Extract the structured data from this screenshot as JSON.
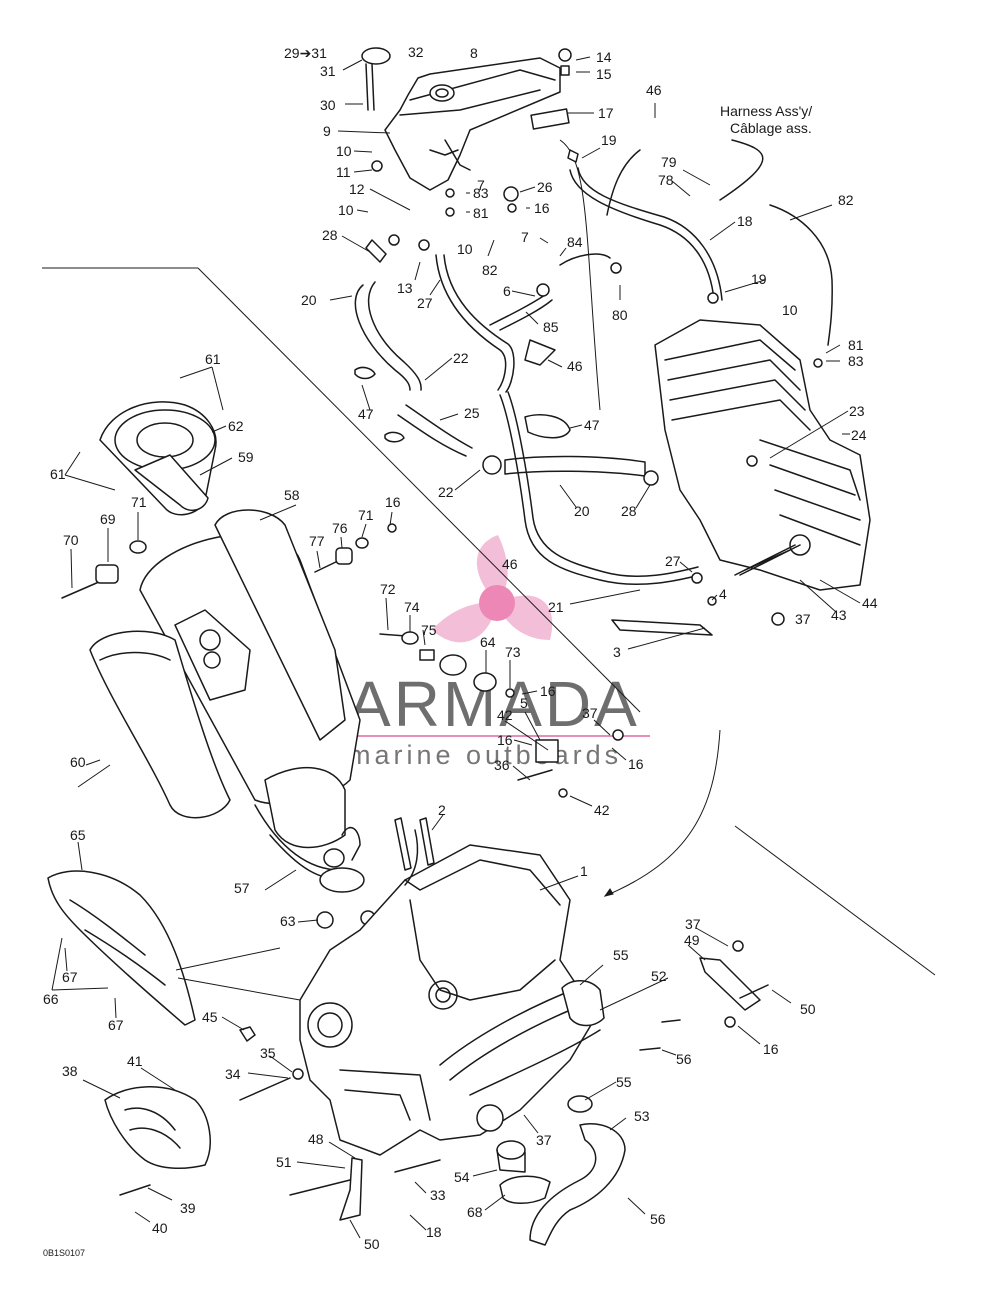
{
  "diagram": {
    "callouts": {
      "c1": "1",
      "c2": "2",
      "c3": "3",
      "c4": "4",
      "c5": "5",
      "c6": "6",
      "c7": "7",
      "c8": "8",
      "c9": "9",
      "c10": "10",
      "c11": "11",
      "c12": "12",
      "c13": "13",
      "c14": "14",
      "c15": "15",
      "c16": "16",
      "c17": "17",
      "c18": "18",
      "c19": "19",
      "c20": "20",
      "c21": "21",
      "c22": "22",
      "c23": "23",
      "c24": "24",
      "c25": "25",
      "c26": "26",
      "c27": "27",
      "c28": "28",
      "c29_31": "29➔31",
      "c30": "30",
      "c31": "31",
      "c32": "32",
      "c33": "33",
      "c34": "34",
      "c35": "35",
      "c36": "36",
      "c37": "37",
      "c38": "38",
      "c39": "39",
      "c40": "40",
      "c41": "41",
      "c42": "42",
      "c43": "43",
      "c44": "44",
      "c45": "45",
      "c46": "46",
      "c47": "47",
      "c48": "48",
      "c49": "49",
      "c50": "50",
      "c51": "51",
      "c52": "52",
      "c53": "53",
      "c54": "54",
      "c55": "55",
      "c56": "56",
      "c57": "57",
      "c58": "58",
      "c59": "59",
      "c60": "60",
      "c61": "61",
      "c62": "62",
      "c63": "63",
      "c64": "64",
      "c65": "65",
      "c66": "66",
      "c67": "67",
      "c68": "68",
      "c69": "69",
      "c70": "70",
      "c71": "71",
      "c72": "72",
      "c73": "73",
      "c74": "74",
      "c75": "75",
      "c76": "76",
      "c77": "77",
      "c78": "78",
      "c79": "79",
      "c80": "80",
      "c81": "81",
      "c82": "82",
      "c83": "83",
      "c84": "84",
      "c85": "85"
    },
    "harness_note_line1": "Harness Ass'y/",
    "harness_note_line2": "Câblage ass.",
    "drawing_code": "0B1S0107"
  },
  "watermark": {
    "brand": "ARMADA",
    "tagline": "marine outboards",
    "accent_color": "#d6428a",
    "text_color": "#555555"
  }
}
